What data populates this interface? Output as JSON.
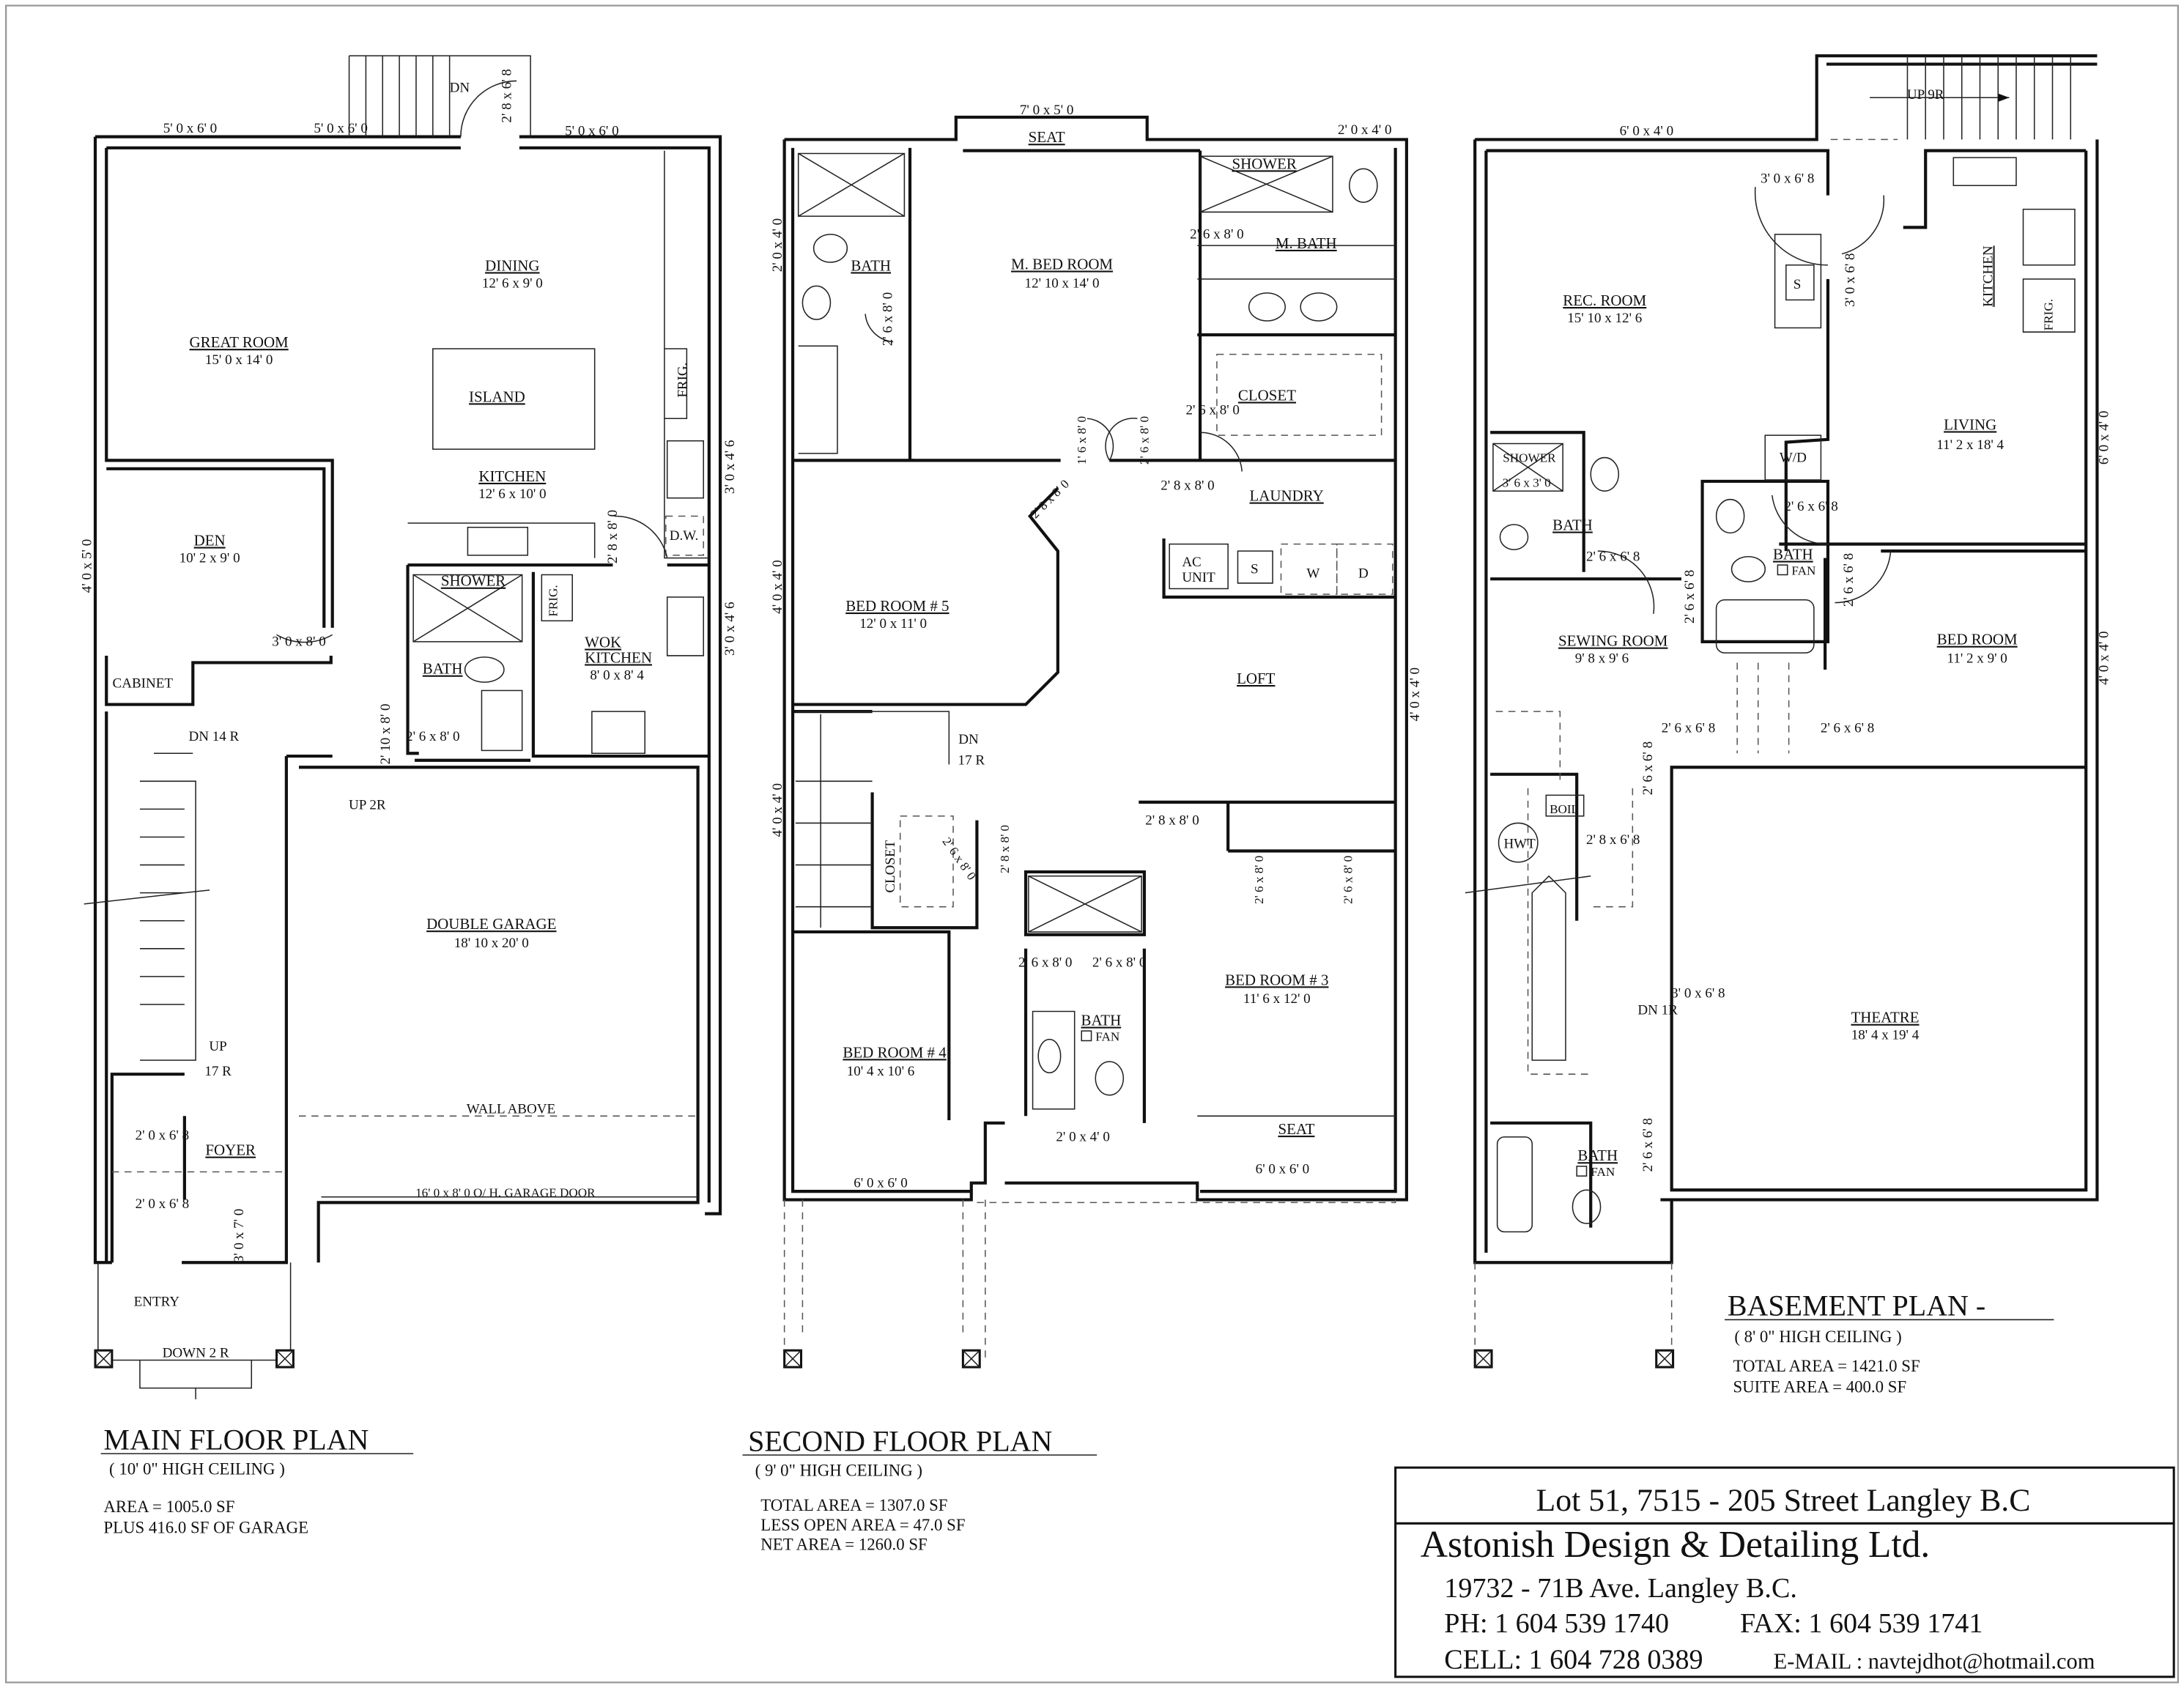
{
  "main_floor": {
    "title": "MAIN FLOOR PLAN",
    "ceiling": "( 10' 0\" HIGH CEILING )",
    "area": "AREA = 1005.0 SF",
    "garage_area": "PLUS 416.0 SF OF GARAGE",
    "window_1": "5' 0 x 6' 0",
    "window_2": "5' 0 x 6' 0",
    "window_3": "5' 0 x 6' 0",
    "rear_door": "2' 8 x 6' 8",
    "rear_stair": "DN",
    "great_room": "GREAT ROOM",
    "great_room_size": "15' 0 x 14' 0",
    "dining": "DINING",
    "dining_size": "12' 6 x 9' 0",
    "island": "ISLAND",
    "kitchen": "KITCHEN",
    "kitchen_size": "12' 6 x 10' 0",
    "frig": "FRIG.",
    "window_side_1": "3' 0 x 4' 6",
    "window_side_2": "3' 0 x 4' 6",
    "dw": "D.W.",
    "wok_door": "2' 8 x 8' 0",
    "den": "DEN",
    "den_size": "10' 2 x 9' 0",
    "den_window": "4' 0 x 5' 0",
    "den_door": "3' 0 x 8' 0",
    "cabinet": "CABINET",
    "shower": "SHOWER",
    "wok_frig": "FRIG.",
    "bath": "BATH",
    "wok": "WOK",
    "wok_kitchen": "KITCHEN",
    "wok_size": "8' 0 x 8' 4",
    "stair_dn": "DN 14 R",
    "garage_door_small": "2' 10 x 8' 0",
    "bath_door": "2' 6 x 8' 0",
    "up_2r": "UP  2R",
    "garage": "DOUBLE GARAGE",
    "garage_size": "18' 10 x 20' 0",
    "stair_up": "UP",
    "stair_up_r": "17 R",
    "wall_above": "WALL ABOVE",
    "foyer_door_1": "2' 0 x 6' 8",
    "foyer": "FOYER",
    "foyer_door_2": "2' 0 x 6' 8",
    "overhead_door": "16' 0 x 8' 0 O/ H. GARAGE DOOR",
    "front_door": "3' 0 x 7' 0",
    "entry": "ENTRY",
    "down_2r": "DOWN 2 R"
  },
  "second_floor": {
    "title": "SECOND FLOOR PLAN",
    "ceiling": "( 9' 0\" HIGH CEILING )",
    "total_area": "TOTAL AREA = 1307.0 SF",
    "open_area": "LESS OPEN AREA = 47.0 SF",
    "net_area": "NET AREA = 1260.0 SF",
    "bay_window": "7' 0 x 5' 0",
    "seat_top": "SEAT",
    "mbath_window": "2' 0 x 4' 0",
    "bath_window": "2' 0 x 4' 0",
    "bath": "BATH",
    "bath_door": "2' 6 x 8' 0",
    "mbed": "M. BED ROOM",
    "mbed_size": "12' 10 x 14' 0",
    "shower": "SHOWER",
    "mbath_door": "2' 6 x 8' 0",
    "mbath": "M. BATH",
    "closet": "CLOSET",
    "closet_door": "2' 6 x 8' 0",
    "door_1_6": "1' 6 x 8' 0",
    "door_2_6": "2' 6 x 8' 0",
    "laundry_door": "2' 8 x 8' 0",
    "bed5_door": "2' 8 x 8' 0",
    "laundry": "LAUNDRY",
    "ac": "AC",
    "ac_unit": "UNIT",
    "sink": "S",
    "washer": "W",
    "dryer": "D",
    "bed5": "BED ROOM # 5",
    "bed5_size": "12' 0 x 11' 0",
    "bed5_window": "4' 0 x 4' 0",
    "loft": "LOFT",
    "loft_window": "4' 0 x 4' 0",
    "stair_dn": "DN",
    "stair_r": "17 R",
    "stair_window": "4' 0 x 4' 0",
    "closet2": "CLOSET",
    "closet2_door": "2' 6 x 8' 0",
    "bed4_door": "2' 8 x 8' 0",
    "bed3_door_top": "2' 8 x 8' 0",
    "bed3_closet_door_1": "2' 6 x 8' 0",
    "bed3_closet_door_2": "2' 6 x 8' 0",
    "bath2_door_1": "2' 6 x 8' 0",
    "bath2_door_2": "2' 6 x 8' 0",
    "bath2": "BATH",
    "fan": "FAN",
    "bed3": "BED ROOM # 3",
    "bed3_size": "11' 6 x 12' 0",
    "bed4": "BED ROOM # 4",
    "bed4_size": "10' 4 x 10' 6",
    "bath2_window": "2' 0 x 4' 0",
    "seat_bottom": "SEAT",
    "bed3_window": "6' 0 x 6' 0",
    "bed4_window": "6' 0 x 6' 0"
  },
  "basement": {
    "title": "BASEMENT PLAN -",
    "ceiling": "( 8' 0\" HIGH CEILING )",
    "total_area": "TOTAL AREA = 1421.0 SF",
    "suite_area": "SUITE AREA = 400.0 SF",
    "up_9r": "UP 9R",
    "rec_window": "6' 0 x 4' 0",
    "entry_door": "3' 0 x 6' 8",
    "suite_door": "3' 0 x 6' 8",
    "kitchen": "KITCHEN",
    "frig": "FRIG.",
    "sink": "S",
    "rec": "REC. ROOM",
    "rec_size": "15' 10 x 12' 6",
    "living": "LIVING",
    "living_size": "11' 2 x 18' 4",
    "living_window": "6' 0 x 4' 0",
    "bed_window": "4' 0 x 4' 0",
    "shower": "SHOWER",
    "shower_size": "3' 6 x 3' 0",
    "bath": "BATH",
    "bath_door": "2' 6 x 6' 8",
    "wd": "W/D",
    "suite_bath_door": "2' 6 x 6' 8",
    "suite_bath": "BATH",
    "suite_fan": "FAN",
    "sewing_bath_door": "2' 6 x 6' 8",
    "bed_bath_door": "2' 6 x 6' 8",
    "sewing": "SEWING ROOM",
    "sewing_size": "9' 8 x 9' 6",
    "bed": "BED ROOM",
    "bed_size": "11' 2 x 9' 0",
    "sewing_door": "2' 6 x 6' 8",
    "bed_door": "2' 6 x 6' 8",
    "mech_door": "2' 6 x 6' 8",
    "boil": "BOIL",
    "hwt": "HWT",
    "mech_door2": "2' 8 x 6' 8",
    "dn_1r": "DN 1R",
    "theatre_door": "3' 0 x 6' 8",
    "theatre": "THEATRE",
    "theatre_size": "18' 4 x 19' 4",
    "bath3_door": "2' 6 x 6' 8",
    "bath3": "BATH",
    "bath3_fan": "FAN"
  },
  "title_block": {
    "lot": "Lot 51, 7515 - 205 Street Langley B.C",
    "company": "Astonish Design & Detailing Ltd.",
    "address": "19732 - 71B Ave. Langley B.C.",
    "phone": "PH: 1 604 539 1740",
    "fax": "FAX: 1 604 539 1741",
    "cell": "CELL: 1 604 728 0389",
    "email": "E-MAIL : navtejdhot@hotmail.com"
  }
}
